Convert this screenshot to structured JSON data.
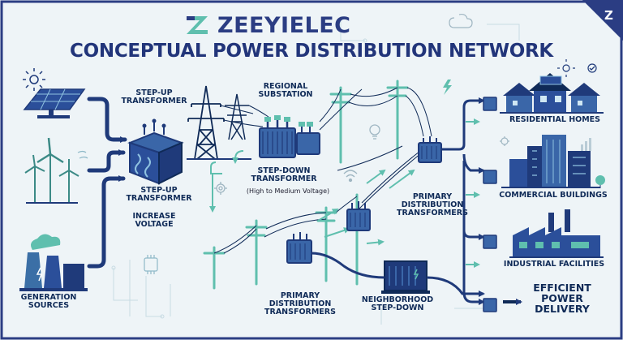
{
  "brand": {
    "name": "ZEEYIELEC",
    "logo": "z-logo-icon",
    "accent": "#2b3d83"
  },
  "title": "CONCEPTUAL POWER DISTRIBUTION NETWORK",
  "labels": {
    "generation_sources": "GENERATION\nSOURCES",
    "step_up_top": "STEP-UP\nTRANSFORMER",
    "step_up_bottom": "STEP-UP\nTRANSFORMER",
    "increase_voltage": "INCREASE\nVOLTAGE",
    "regional_substation": "REGIONAL\nSUBSTATION",
    "step_down": "STEP-DOWN\nTRANSFORMER",
    "step_down_note": "(High to Medium Voltage)",
    "primary_dist_right": "PRIMARY\nDISTRIBUTION\nTRANSFORMERS",
    "primary_dist_bottom": "PRIMARY\nDISTRIBUTION\nTRANSFORMERS",
    "neighborhood": "NEIGHBORHOOD\nSTEP-DOWN",
    "residential": "RESIDENTIAL HOMES",
    "commercial": "COMMERCIAL BUILDINGS",
    "industrial": "INDUSTRIAL FACILITIES",
    "efficient": "EFFICIENT\nPOWER\nDELIVERY"
  },
  "colors": {
    "navy": "#1f3a7a",
    "teal": "#5fbfae",
    "dark": "#0f2a57",
    "background": "#eef4f7"
  }
}
